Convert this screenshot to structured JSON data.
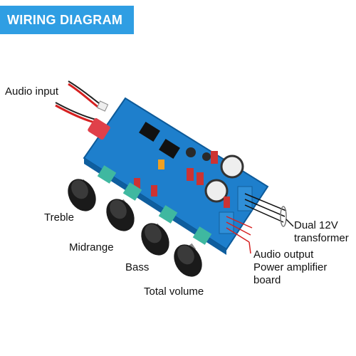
{
  "header": {
    "title": "WIRING DIAGRAM"
  },
  "labels": {
    "audio_input": "Audio input",
    "treble": "Treble",
    "midrange": "Midrange",
    "bass": "Bass",
    "total_volume": "Total volume",
    "transformer_line1": "Dual 12V",
    "transformer_line2": "transformer",
    "audio_output": "Audio output",
    "power_amp_line1": "Power amplifier",
    "power_amp_line2": "board"
  },
  "colors": {
    "banner": "#2f9ee3",
    "pcb": "#1e7fcc",
    "wire_red": "#d62020",
    "knob": "#1a1a1a",
    "pot_green": "#3fb8a0"
  }
}
